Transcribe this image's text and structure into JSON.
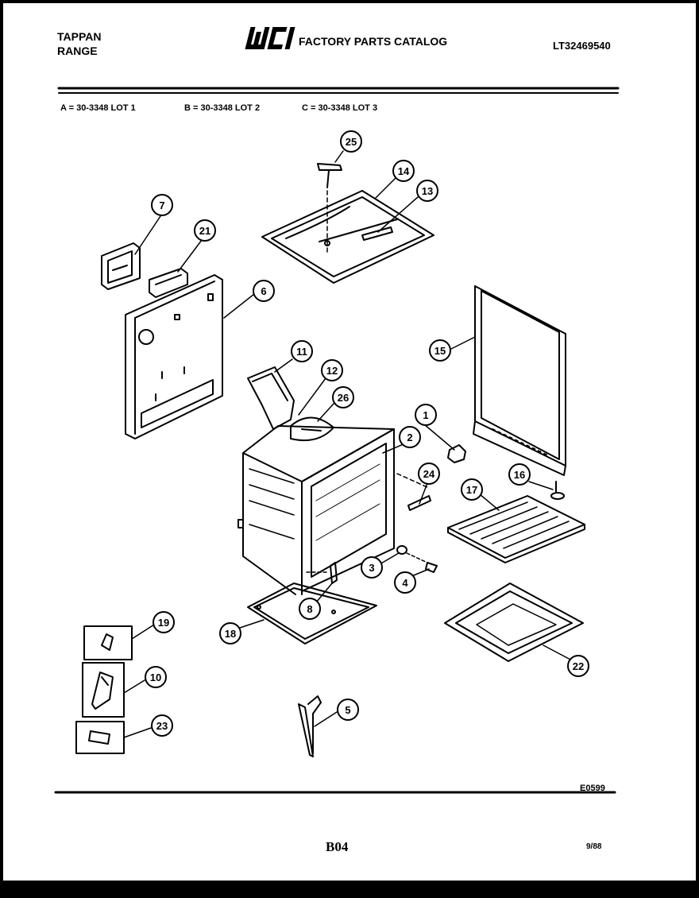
{
  "header": {
    "brand_line1": "TAPPAN",
    "brand_line2": "RANGE",
    "logo_text": "WCI",
    "catalog_title": "FACTORY PARTS CATALOG",
    "model_number": "LT32469540"
  },
  "lots": {
    "a": "A = 30-3348 LOT 1",
    "b": "B = 30-3348 LOT 2",
    "c": "C = 30-3348 LOT 3"
  },
  "callouts": [
    "1",
    "2",
    "3",
    "4",
    "5",
    "6",
    "7",
    "8",
    "10",
    "11",
    "12",
    "13",
    "14",
    "15",
    "16",
    "17",
    "18",
    "19",
    "21",
    "22",
    "23",
    "24",
    "25",
    "26"
  ],
  "footer": {
    "drawing_code": "E0599",
    "page_number": "B04",
    "date": "9/88"
  },
  "colors": {
    "ink": "#000000",
    "paper": "#ffffff",
    "frame": "#000000"
  }
}
